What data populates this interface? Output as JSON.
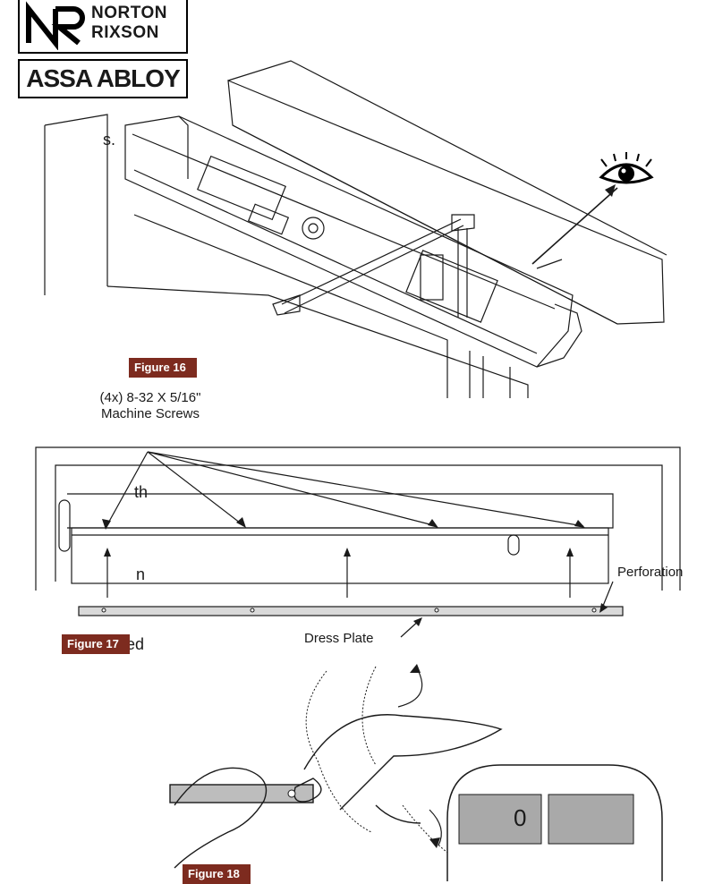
{
  "logo": {
    "top_line1": "NORTON",
    "top_line2": "RIXSON",
    "bottom": "ASSA ABLOY"
  },
  "left_text_fragments": [
    "s.",
    "th",
    "n",
    "ed"
  ],
  "figures": {
    "fig16": "Figure 16",
    "fig17": "Figure 17",
    "fig18": "Figure 18"
  },
  "callouts": {
    "screws_line1": "(4x) 8-32 X 5/16\"",
    "screws_line2": "Machine Screws",
    "perforation": "Perforation",
    "dress_plate": "Dress Plate"
  },
  "inset_digit": "0",
  "colors": {
    "figure_label_bg": "#7d2b1f",
    "line": "#1a1a1a",
    "inset_fill": "#a9a9a9",
    "plate_fill": "#d9d9d9"
  },
  "icons": [
    "eye-icon",
    "arrow-icon"
  ]
}
